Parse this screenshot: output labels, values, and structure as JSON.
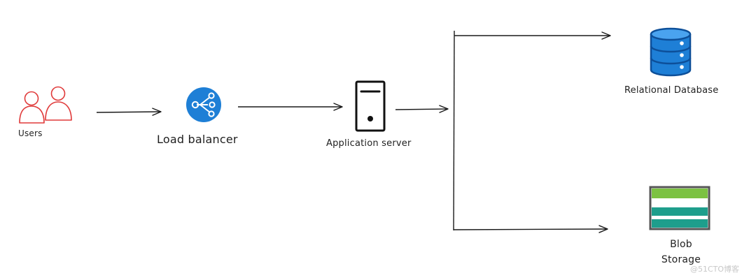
{
  "diagram": {
    "nodes": {
      "users": {
        "label": "Users",
        "icon": "users-icon",
        "color": "#e03a3a"
      },
      "load_balancer": {
        "label": "Load balancer",
        "icon": "load-balancer-icon",
        "color": "#1e7fd6"
      },
      "app_server": {
        "label": "Application server",
        "icon": "server-icon",
        "color": "#111111"
      },
      "database": {
        "label": "Relational Database",
        "icon": "database-icon",
        "color": "#1e7fd6"
      },
      "blob": {
        "label_line1": "Blob",
        "label_line2": "Storage",
        "icon": "blob-storage-icon",
        "colors": [
          "#7cc242",
          "#1e9e8c",
          "#555555"
        ]
      }
    },
    "edges": [
      {
        "from": "users",
        "to": "load_balancer"
      },
      {
        "from": "load_balancer",
        "to": "app_server"
      },
      {
        "from": "app_server",
        "to": "database"
      },
      {
        "from": "app_server",
        "to": "blob"
      }
    ]
  },
  "watermark": "@51CTO博客"
}
